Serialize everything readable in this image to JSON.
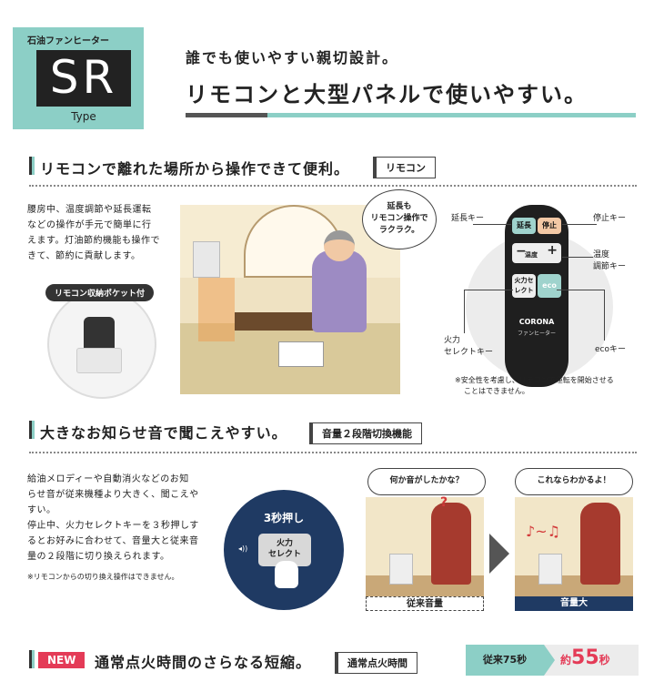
{
  "header": {
    "category": "石油ファンヒーター",
    "model": "SR",
    "type_label": "Type",
    "subtitle": "誰でも使いやすい親切設計。",
    "title": "リモコンと大型パネルで使いやすい。"
  },
  "section1": {
    "title": "リモコンで離れた場所から操作できて便利。",
    "tag": "リモコン",
    "body": [
      "腰房中、温度調節や延長運転",
      "などの操作が手元で簡単に行",
      "えます。灯油節約機能も操作で",
      "きて、節約に貢献します。"
    ],
    "pocket_label": "リモコン収納ポケット付",
    "bubble": [
      "延長も",
      "リモコン操作で",
      "ラクラク。"
    ],
    "remote": {
      "key_extend": "延長",
      "key_stop": "停止",
      "key_temp": "温度",
      "key_fire": "火力セレクト",
      "key_eco": "eco",
      "brand": "CORONA",
      "brand_sub": "ファンヒーター"
    },
    "callouts": {
      "extend": "延長キー",
      "stop": "停止キー",
      "temp": [
        "温度",
        "調節キー"
      ],
      "fire": [
        "火力",
        "セレクトキー"
      ],
      "eco": "ecoキー"
    },
    "note": [
      "※安全性を考慮し、リモコンで運転を開始させる",
      "ことはできません。"
    ]
  },
  "section2": {
    "title": "大きなお知らせ音で聞こえやすい。",
    "tag": "音量２段階切換機能",
    "body": [
      "給油メロディーや自動消火などのお知",
      "らせ音が従来機種より大きく、聞こえや",
      "すい。",
      "停止中、火力セレクトキーを３秒押しす",
      "るとお好みに合わせて、音量大と従来音",
      "量の２段階に切り換えられます。"
    ],
    "note": "※リモコンからの切り換え操作はできません。",
    "press_label": "3秒押し",
    "key_label": [
      "火力",
      "セレクト"
    ],
    "bubble_left": "何か音がしたかな？",
    "bubble_right": "これならわかるよ！",
    "caption_left": "従来音量",
    "caption_right": "音量大"
  },
  "section3": {
    "new_label": "NEW",
    "title": "通常点火時間のさらなる短縮。",
    "tag": "通常点火時間",
    "old_label": "従来75秒",
    "new_prefix": "約",
    "new_value": "55",
    "new_unit": "秒"
  },
  "colors": {
    "accent": "#8ccfc6",
    "new": "#e43b57",
    "dark": "#222222",
    "red": "#d33a3a",
    "navy": "#1f3a63"
  }
}
